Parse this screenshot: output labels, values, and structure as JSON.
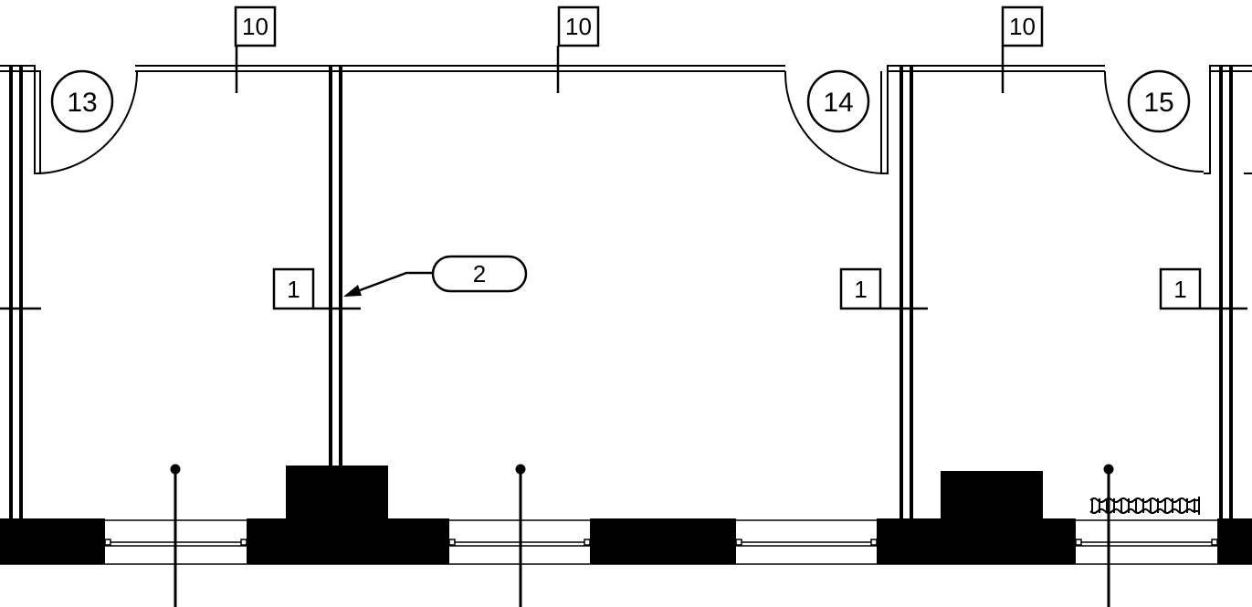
{
  "colors": {
    "ink": "#000000",
    "paper": "#ffffff"
  },
  "wall_tags": {
    "partition": "1",
    "ceiling": "10"
  },
  "note_callout": "2",
  "door_numbers": [
    "13",
    "14",
    "15"
  ]
}
